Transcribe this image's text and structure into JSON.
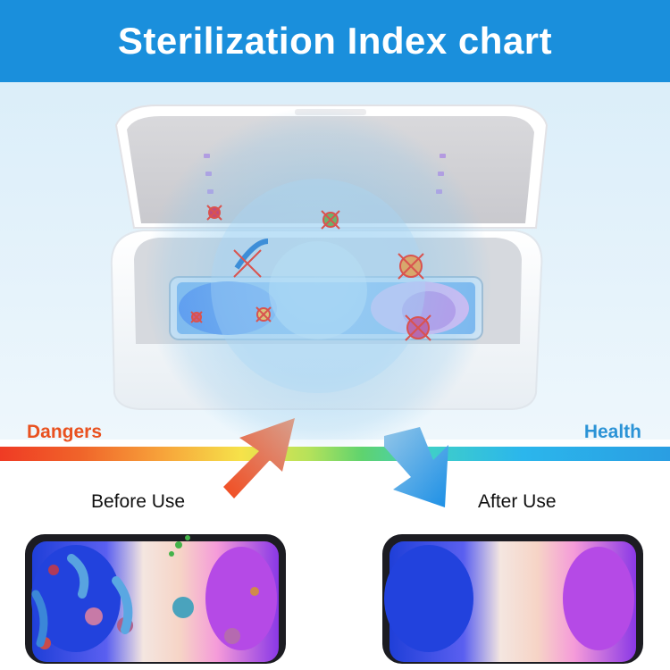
{
  "header": {
    "title": "Sterilization Index chart"
  },
  "scale": {
    "left_label": "Dangers",
    "right_label": "Health"
  },
  "comparison": {
    "before_label": "Before Use",
    "after_label": "After Use"
  },
  "colors": {
    "header_bg": "#1a8fdc",
    "dangers": "#e9511f",
    "health": "#2b93d6",
    "uv_light": "#8ec9ee"
  },
  "icons": [
    "sterilizer-box-image",
    "uv-glow-circle",
    "germ-icon",
    "arrow-up-icon",
    "arrow-down-icon",
    "phone-before-image",
    "phone-after-image"
  ]
}
